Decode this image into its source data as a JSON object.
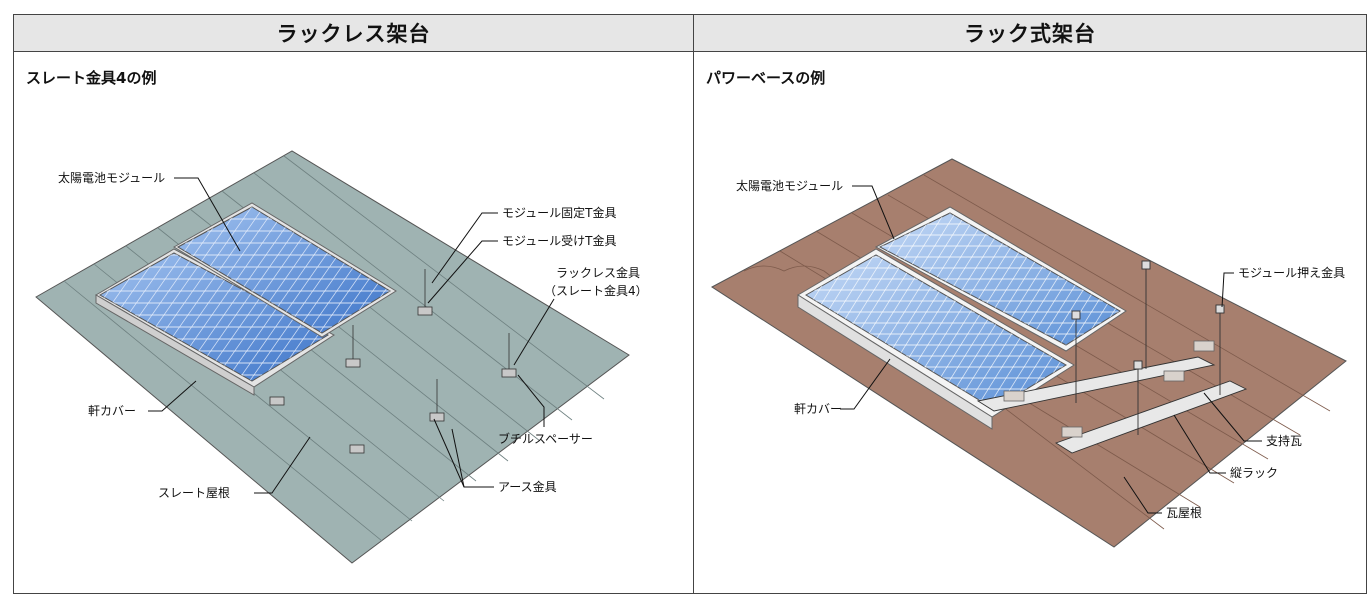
{
  "left": {
    "header": "ラックレス架台",
    "subtitle": "スレート金具4の例",
    "labels": {
      "module": "太陽電池モジュール",
      "fixed_t": "モジュール固定T金具",
      "receive_t": "モジュール受けT金具",
      "rackless_1": "ラックレス金具",
      "rackless_2": "（スレート金具4）",
      "eaves": "軒カバー",
      "butyl": "ブチルスペーサー",
      "slate_roof": "スレート屋根",
      "earth": "アース金具"
    }
  },
  "right": {
    "header": "ラック式架台",
    "subtitle": "パワーベースの例",
    "labels": {
      "module": "太陽電池モジュール",
      "clamp": "モジュール押え金具",
      "eaves": "軒カバー",
      "support_tile": "支持瓦",
      "rack": "縦ラック",
      "tile_roof": "瓦屋根"
    }
  },
  "colors": {
    "slate": "#9fb3b2",
    "tile": "#a77f6e",
    "panel_blue": "#5a8fd6",
    "frame": "#d9d9d9",
    "header_bg": "#e6e6e6"
  }
}
